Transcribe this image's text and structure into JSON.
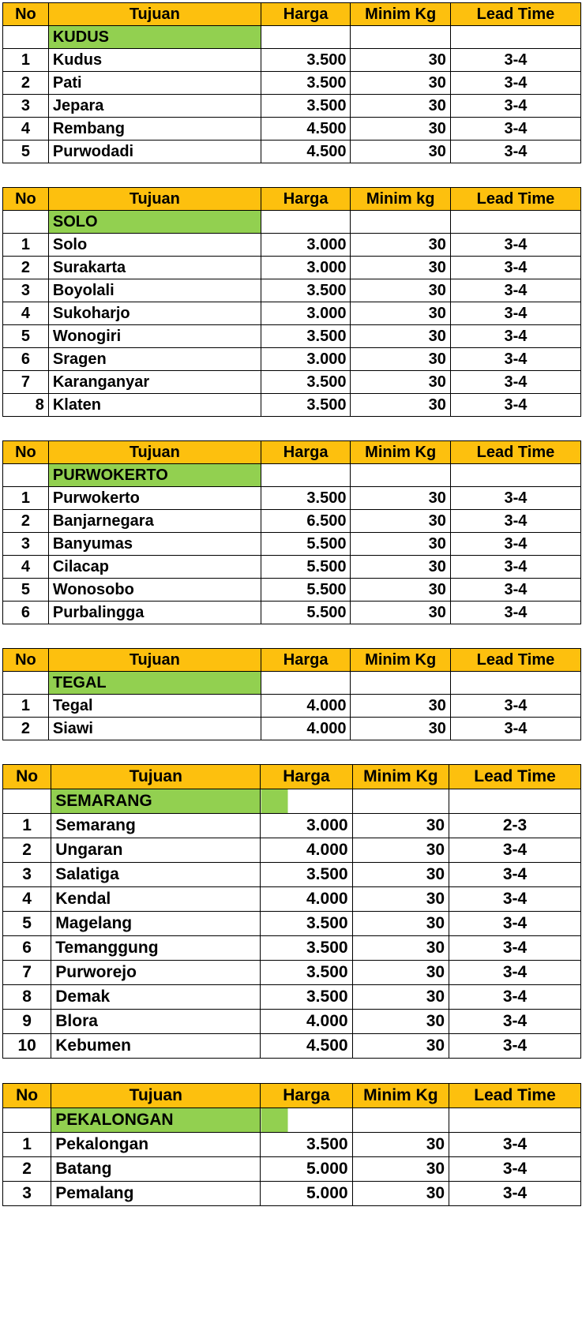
{
  "tables": [
    {
      "headers": [
        "No",
        "Tujuan",
        "Harga",
        "Minim Kg",
        "Lead Time"
      ],
      "region": "KUDUS",
      "rows": [
        {
          "no": "1",
          "tujuan": "Kudus",
          "harga": "3.500",
          "minim": "30",
          "lead": "3-4"
        },
        {
          "no": "2",
          "tujuan": "Pati",
          "harga": "3.500",
          "minim": "30",
          "lead": "3-4"
        },
        {
          "no": "3",
          "tujuan": "Jepara",
          "harga": "3.500",
          "minim": "30",
          "lead": "3-4"
        },
        {
          "no": "4",
          "tujuan": "Rembang",
          "harga": "4.500",
          "minim": "30",
          "lead": "3-4"
        },
        {
          "no": "5",
          "tujuan": "Purwodadi",
          "harga": "4.500",
          "minim": "30",
          "lead": "3-4"
        }
      ]
    },
    {
      "headers": [
        "No",
        "Tujuan",
        "Harga",
        "Minim kg",
        "Lead Time"
      ],
      "region": "SOLO",
      "rows": [
        {
          "no": "1",
          "tujuan": "Solo",
          "harga": "3.000",
          "minim": "30",
          "lead": "3-4"
        },
        {
          "no": "2",
          "tujuan": "Surakarta",
          "harga": "3.000",
          "minim": "30",
          "lead": "3-4"
        },
        {
          "no": "3",
          "tujuan": "Boyolali",
          "harga": "3.500",
          "minim": "30",
          "lead": "3-4"
        },
        {
          "no": "4",
          "tujuan": "Sukoharjo",
          "harga": "3.000",
          "minim": "30",
          "lead": "3-4"
        },
        {
          "no": "5",
          "tujuan": "Wonogiri",
          "harga": "3.500",
          "minim": "30",
          "lead": "3-4"
        },
        {
          "no": "6",
          "tujuan": "Sragen",
          "harga": "3.000",
          "minim": "30",
          "lead": "3-4"
        },
        {
          "no": "7",
          "tujuan": "Karanganyar",
          "harga": "3.500",
          "minim": "30",
          "lead": "3-4"
        },
        {
          "no": "8",
          "tujuan": "Klaten",
          "harga": "3.500",
          "minim": "30",
          "lead": "3-4"
        }
      ]
    },
    {
      "headers": [
        "No",
        "Tujuan",
        "Harga",
        "Minim Kg",
        "Lead Time"
      ],
      "region": "PURWOKERTO",
      "rows": [
        {
          "no": "1",
          "tujuan": "Purwokerto",
          "harga": "3.500",
          "minim": "30",
          "lead": "3-4"
        },
        {
          "no": "2",
          "tujuan": "Banjarnegara",
          "harga": "6.500",
          "minim": "30",
          "lead": "3-4"
        },
        {
          "no": "3",
          "tujuan": "Banyumas",
          "harga": "5.500",
          "minim": "30",
          "lead": "3-4"
        },
        {
          "no": "4",
          "tujuan": "Cilacap",
          "harga": "5.500",
          "minim": "30",
          "lead": "3-4"
        },
        {
          "no": "5",
          "tujuan": "Wonosobo",
          "harga": "5.500",
          "minim": "30",
          "lead": "3-4"
        },
        {
          "no": "6",
          "tujuan": "Purbalingga",
          "harga": "5.500",
          "minim": "30",
          "lead": "3-4"
        }
      ]
    },
    {
      "headers": [
        "No",
        "Tujuan",
        "Harga",
        "Minim Kg",
        "Lead Time"
      ],
      "region": "TEGAL",
      "rows": [
        {
          "no": "1",
          "tujuan": "Tegal",
          "harga": "4.000",
          "minim": "30",
          "lead": "3-4"
        },
        {
          "no": "2",
          "tujuan": "Siawi",
          "harga": "4.000",
          "minim": "30",
          "lead": "3-4"
        }
      ]
    },
    {
      "headers": [
        "No",
        "Tujuan",
        "Harga",
        "Minim Kg",
        "Lead Time"
      ],
      "region": "SEMARANG",
      "rows": [
        {
          "no": "1",
          "tujuan": "Semarang",
          "harga": "3.000",
          "minim": "30",
          "lead": "2-3"
        },
        {
          "no": "2",
          "tujuan": "Ungaran",
          "harga": "4.000",
          "minim": "30",
          "lead": "3-4"
        },
        {
          "no": "3",
          "tujuan": "Salatiga",
          "harga": "3.500",
          "minim": "30",
          "lead": "3-4"
        },
        {
          "no": "4",
          "tujuan": "Kendal",
          "harga": "4.000",
          "minim": "30",
          "lead": "3-4"
        },
        {
          "no": "5",
          "tujuan": "Magelang",
          "harga": "3.500",
          "minim": "30",
          "lead": "3-4"
        },
        {
          "no": "6",
          "tujuan": "Temanggung",
          "harga": "3.500",
          "minim": "30",
          "lead": "3-4"
        },
        {
          "no": "7",
          "tujuan": "Purworejo",
          "harga": "3.500",
          "minim": "30",
          "lead": "3-4"
        },
        {
          "no": "8",
          "tujuan": "Demak",
          "harga": "3.500",
          "minim": "30",
          "lead": "3-4"
        },
        {
          "no": "9",
          "tujuan": "Blora",
          "harga": "4.000",
          "minim": "30",
          "lead": "3-4"
        },
        {
          "no": "10",
          "tujuan": "Kebumen",
          "harga": "4.500",
          "minim": "30",
          "lead": "3-4"
        }
      ]
    },
    {
      "headers": [
        "No",
        "Tujuan",
        "Harga",
        "Minim Kg",
        "Lead Time"
      ],
      "region": "PEKALONGAN",
      "rows": [
        {
          "no": "1",
          "tujuan": "Pekalongan",
          "harga": "3.500",
          "minim": "30",
          "lead": "3-4"
        },
        {
          "no": "2",
          "tujuan": "Batang",
          "harga": "5.000",
          "minim": "30",
          "lead": "3-4"
        },
        {
          "no": "3",
          "tujuan": "Pemalang",
          "harga": "5.000",
          "minim": "30",
          "lead": "3-4"
        }
      ]
    }
  ],
  "colors": {
    "header_bg": "#fdc00e",
    "region_bg": "#92d050"
  }
}
